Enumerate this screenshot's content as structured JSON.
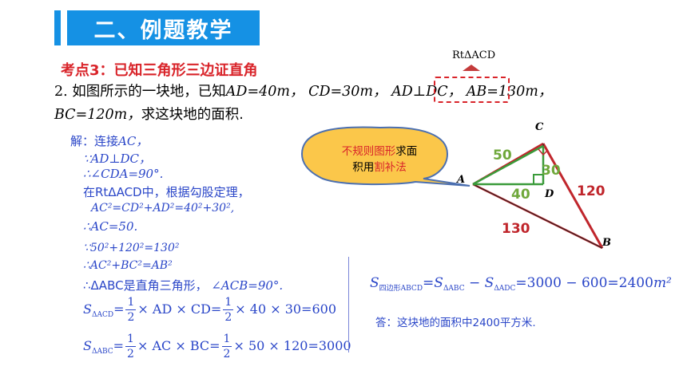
{
  "header": {
    "title": "二、例题教学"
  },
  "topic": "考点3：已知三角形三边证直角",
  "annotation": {
    "rt_label": "RtΔACD"
  },
  "problem": {
    "line1_num": "2.",
    "line1_text": "如图所示的一块地，已知",
    "ad": "AD=40m，",
    "cd": "CD=30m，",
    "perp": "AD⊥DC，",
    "ab": "AB=130m，",
    "bc": "BC=120m，",
    "line2_text": "求这块地的面积."
  },
  "solution": {
    "s1": "解：连接",
    "s1b": "AC，",
    "s2": "∵AD⊥DC，",
    "s3": "∴∠CDA=90°.",
    "s4": "在RtΔACD中，根据勾股定理，",
    "s5": "AC²=CD²+AD²=40²+30²,",
    "s6": "∴AC=50.",
    "s7": "∵50²+120²=130²",
    "s8": "∴AC²+BC²=AB²",
    "s9a": "∴ΔABC是直角三角形，",
    "s9b": "∠ACB=90°.",
    "s_acd_sub": "ΔACD",
    "s_acd_expr": "× AD × CD=",
    "s_acd_tail": "× 40 × 30=600",
    "s_abc_sub": "ΔABC",
    "s_abc_expr": "× AC × BC=",
    "s_abc_tail": "× 50 × 120=3000",
    "half_n": "1",
    "half_d": "2"
  },
  "callout": {
    "part1": "不规则图形",
    "part2": "求面",
    "part3": "积用",
    "part4": "割补法"
  },
  "figure": {
    "labels": {
      "A": "A",
      "B": "B",
      "C": "C",
      "D": "D"
    },
    "len_ac": "50",
    "len_cd": "30",
    "len_ad": "40",
    "len_bc": "120",
    "len_ab": "130",
    "colors": {
      "green": "#3a9b3a",
      "red": "#c0262c"
    }
  },
  "area_formula": {
    "s": "S",
    "sub_quad": "四边形ABCD",
    "eq1": "=S",
    "sub_abc": "ΔABC",
    "minus": " − S",
    "sub_adc": "ΔADC",
    "rest": "=3000 − 600=2400",
    "unit": "m²"
  },
  "answer": "答：这块地的面积中2400平方米."
}
